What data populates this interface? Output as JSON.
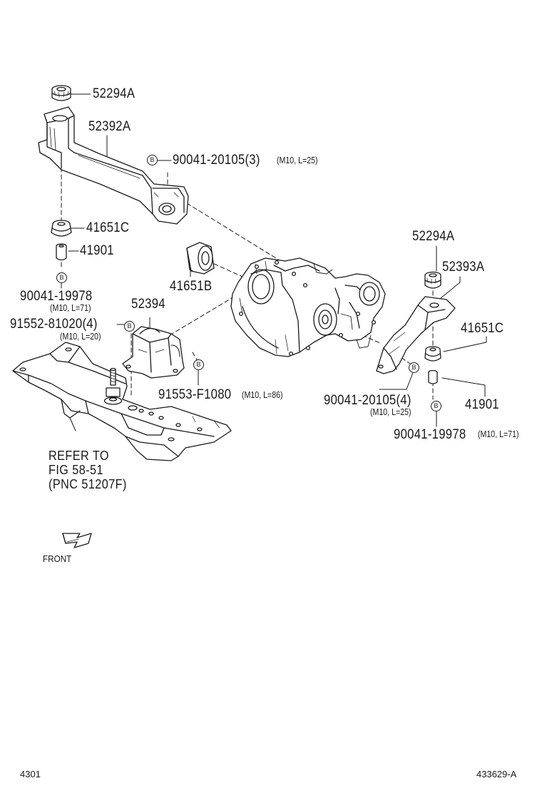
{
  "colors": {
    "ink": "#1a1a1a",
    "paper": "#ffffff"
  },
  "labels": {
    "p52294A_top": "52294A",
    "p52392A": "52392A",
    "p90041_20105_3": "90041-20105(3)",
    "p90041_20105_3_spec": "(M10, L=25)",
    "p41651C_left": "41651C",
    "p41901_left": "41901",
    "p90041_19978_left": "90041-19978",
    "p90041_19978_left_spec": "(M10, L=71)",
    "p91552_81020_4": "91552-81020(4)",
    "p91552_81020_4_spec": "(M10, L=20)",
    "p52394": "52394",
    "p41651B": "41651B",
    "p91553_F1080": "91553-F1080",
    "p91553_F1080_spec": "(M10, L=86)",
    "p52294A_right": "52294A",
    "p52393A": "52393A",
    "p41651C_right": "41651C",
    "p90041_20105_4": "90041-20105(4)",
    "p90041_20105_4_spec": "(M10, L=25)",
    "p41901_right": "41901",
    "p90041_19978_right": "90041-19978",
    "p90041_19978_right_spec": "(M10, L=71)"
  },
  "bolt_marker": "B",
  "reference": {
    "line1": "REFER TO",
    "line2": "FIG 58-51",
    "line3": "(PNC 51207F)"
  },
  "front_label": "FRONT",
  "footer": {
    "page_code": "4301",
    "illustration_id": "433629-A"
  }
}
